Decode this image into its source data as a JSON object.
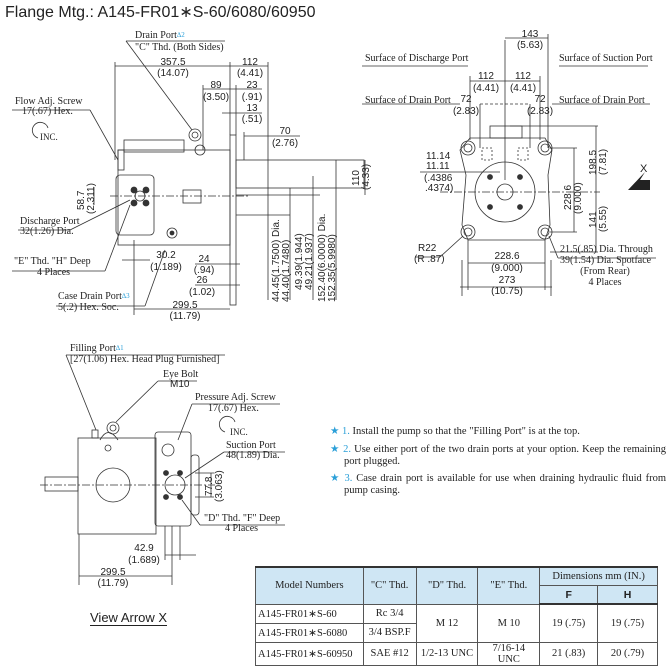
{
  "title": "Flange Mtg.: A145-FR01∗S-60/6080/60950",
  "side_view": {
    "drain_port": "Drain Port",
    "drain_port_star": "∆2",
    "drain_port_thd": "\"C\" Thd. (Both Sides)",
    "dim_357_5": "357.5",
    "dim_357_5_in": "(14.07)",
    "dim_112": "112",
    "dim_112_in": "(4.41)",
    "dim_89": "89",
    "dim_89_in": "(3.50)",
    "dim_23": "23",
    "dim_23_in": "(.91)",
    "dim_13": "13",
    "dim_13_in": "(.51)",
    "dim_70": "70",
    "dim_70_in": "(2.76)",
    "flow_adj": "Flow Adj. Screw",
    "flow_adj_hex": "17(.67) Hex.",
    "inc": "INC.",
    "dim_58_7": "58.7",
    "dim_58_7_in": "(2.311)",
    "discharge_port": "Discharge Port",
    "discharge_port_dia": "32(1.26) Dia.",
    "e_thd": "\"E\" Thd. \"H\" Deep",
    "e_places": "4 Places",
    "dim_30_2": "30.2",
    "dim_30_2_in": "(1.189)",
    "dim_24": "24",
    "dim_24_in": "(.94)",
    "dim_26": "26",
    "dim_26_in": "(1.02)",
    "case_drain": "Case Drain Port",
    "case_drain_star": "∆3",
    "case_drain_hex": "5(.2) Hex. Soc.",
    "dim_299_5": "299.5",
    "dim_299_5_in": "(11.79)",
    "shaft_dia_1": "44.45(1.7500) Dia.",
    "shaft_dia_2": "44.40(1.7480)",
    "key_1": "49.39(1.944)",
    "key_2": "49.21(1.937)",
    "pilot_dia_1": "152.40(6.0000) Dia.",
    "pilot_dia_2": "152.35(5.9980)",
    "dim_110": "110",
    "dim_110_in": "(4.33)"
  },
  "end_view": {
    "dim_143": "143",
    "dim_143_in": "(5.63)",
    "surf_discharge": "Surface of Discharge Port",
    "surf_suction": "Surface of Suction Port",
    "dim_112_l": "112",
    "dim_112_l_in": "(4.41)",
    "dim_112_r": "112",
    "dim_112_r_in": "(4.41)",
    "surf_drain_l": "Surface of Drain Port",
    "surf_drain_r": "Surface of Drain Port",
    "dim_72_l": "72",
    "dim_72_l_in": "(2.83)",
    "dim_72_r": "72",
    "dim_72_r_in": "(2.83)",
    "key_w1": "11.14",
    "key_w2": "11.11",
    "key_w3": "(.4386",
    "key_w4": ".4374)",
    "dim_228_6_v": "228.6",
    "dim_228_6_v_in": "(9.000)",
    "dim_198_5": "198.5",
    "dim_198_5_in": "(7.81)",
    "dim_141": "141",
    "dim_141_in": "(5.55)",
    "arrow_x": "X",
    "r22": "R22",
    "r22_in": "(R .87)",
    "dim_228_6_h": "228.6",
    "dim_228_6_h_in": "(9.000)",
    "dim_273": "273",
    "dim_273_in": "(10.75)",
    "hole_1": "21.5(.85) Dia. Through",
    "hole_2": "39(1.54) Dia. Spotface",
    "hole_3": "(From Rear)",
    "hole_4": "4 Places"
  },
  "bottom_view": {
    "filling_port": "Filling Port",
    "filling_star": "∆1",
    "filling_plug": "[27(1.06) Hex. Head Plug Furnished]",
    "eye_bolt": "Eye Bolt",
    "eye_bolt_size": "M10",
    "pressure_adj": "Pressure Adj. Screw",
    "pressure_adj_hex": "17(.67) Hex.",
    "inc": "INC.",
    "suction_port": "Suction Port",
    "suction_dia": "48(1.89) Dia.",
    "dim_77_8": "77.8",
    "dim_77_8_in": "(3.063)",
    "d_thd": "\"D\" Thd. \"F\" Deep",
    "d_places": "4 Places",
    "dim_42_9": "42.9",
    "dim_42_9_in": "(1.689)",
    "dim_299_5": "299.5",
    "dim_299_5_in": "(11.79)"
  },
  "view_arrow": "View Arrow X",
  "notes": [
    {
      "star": "★",
      "num": "1.",
      "text": "Install the pump so that the \"Filling Port\" is at the top."
    },
    {
      "star": "★",
      "num": "2.",
      "text": "Use either port of the two drain ports at your option. Keep the remaining port plugged."
    },
    {
      "star": "★",
      "num": "3.",
      "text": "Case drain port is available for use when draining hydraulic fluid from pump casing."
    }
  ],
  "table": {
    "headers": [
      "Model Numbers",
      "\"C\" Thd.",
      "\"D\" Thd.",
      "\"E\" Thd.",
      "Dimensions mm (IN.)",
      "F",
      "H"
    ],
    "rows": [
      {
        "model": "A145-FR01∗S-60",
        "c": "Rc 3/4"
      },
      {
        "model": "A145-FR01∗S-6080",
        "c": "3/4 BSP.F"
      },
      {
        "model": "A145-FR01∗S-60950",
        "c": "SAE #12",
        "d": "1/2-13 UNC",
        "e": "7/16-14 UNC",
        "f": "21 (.83)",
        "h": "20 (.79)"
      }
    ],
    "shared": {
      "d": "M 12",
      "e": "M 10",
      "f": "19 (.75)",
      "h": "19 (.75)"
    }
  },
  "colors": {
    "star": "#2a9fd8",
    "header_bg": "#cfe6f4",
    "line": "#333333"
  }
}
